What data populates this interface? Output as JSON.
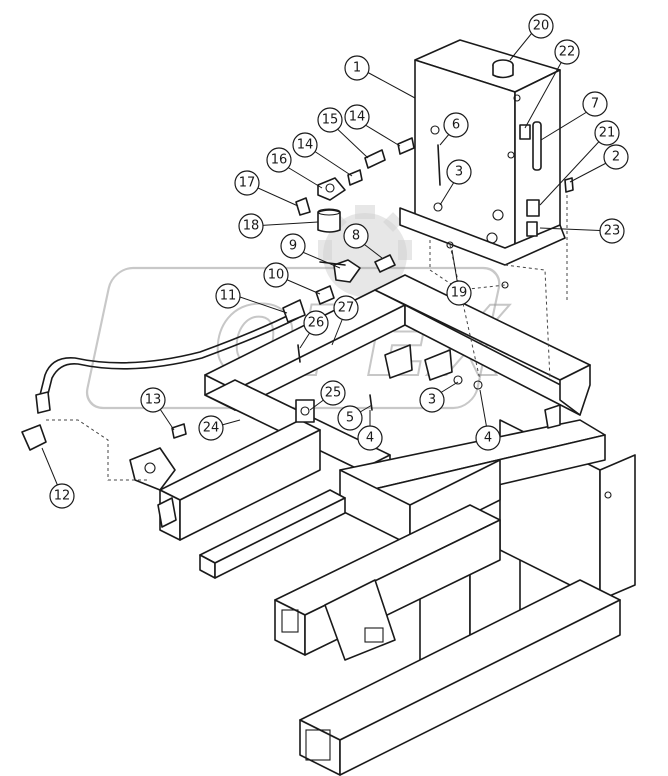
{
  "watermark": {
    "text": "OPEX",
    "gear_color": "#cfcfcf"
  },
  "callouts": [
    {
      "id": "c1",
      "label": "1"
    },
    {
      "id": "c2",
      "label": "2"
    },
    {
      "id": "c3a",
      "label": "3"
    },
    {
      "id": "c3b",
      "label": "3"
    },
    {
      "id": "c4a",
      "label": "4"
    },
    {
      "id": "c4b",
      "label": "4"
    },
    {
      "id": "c5",
      "label": "5"
    },
    {
      "id": "c6",
      "label": "6"
    },
    {
      "id": "c7",
      "label": "7"
    },
    {
      "id": "c8",
      "label": "8"
    },
    {
      "id": "c9",
      "label": "9"
    },
    {
      "id": "c10",
      "label": "10"
    },
    {
      "id": "c11",
      "label": "11"
    },
    {
      "id": "c12",
      "label": "12"
    },
    {
      "id": "c13",
      "label": "13"
    },
    {
      "id": "c14a",
      "label": "14"
    },
    {
      "id": "c14b",
      "label": "14"
    },
    {
      "id": "c15",
      "label": "15"
    },
    {
      "id": "c16",
      "label": "16"
    },
    {
      "id": "c17",
      "label": "17"
    },
    {
      "id": "c18",
      "label": "18"
    },
    {
      "id": "c19",
      "label": "19"
    },
    {
      "id": "c20",
      "label": "20"
    },
    {
      "id": "c21",
      "label": "21"
    },
    {
      "id": "c22",
      "label": "22"
    },
    {
      "id": "c23",
      "label": "23"
    },
    {
      "id": "c24",
      "label": "24"
    },
    {
      "id": "c25",
      "label": "25"
    },
    {
      "id": "c26",
      "label": "26"
    },
    {
      "id": "c27",
      "label": "27"
    }
  ]
}
